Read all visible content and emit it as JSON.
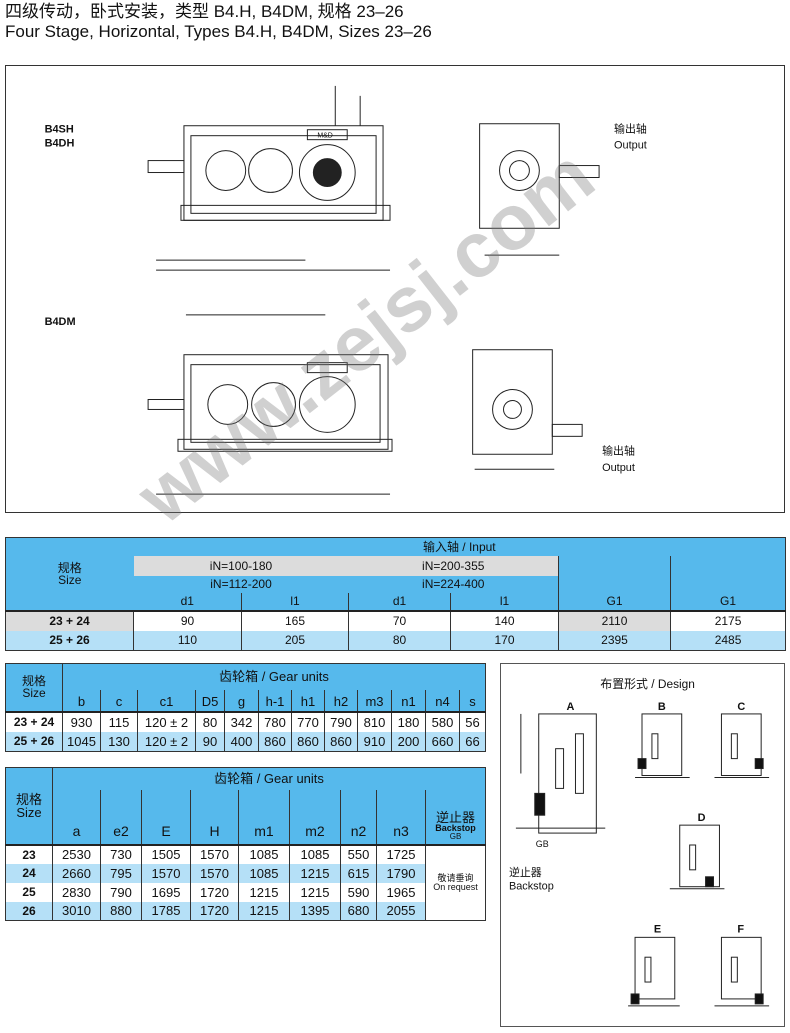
{
  "title": {
    "cn": "四级传动，卧式安装，类型 B4.H, B4DM, 规格 23–26",
    "en": "Four Stage, Horizontal, Types B4.H, B4DM, Sizes 23–26"
  },
  "drawing": {
    "type1a": "B4SH",
    "type1b": "B4DH",
    "type2": "B4DM",
    "output_cn": "输出轴",
    "output_en": "Output",
    "brand": "M&D"
  },
  "watermark": "www.zejsj.com",
  "colors": {
    "header": "#56b9ec",
    "row_light": "#b5e0f7",
    "gray": "#dcdcdc"
  },
  "table1": {
    "size_cn": "规格",
    "size_en": "Size",
    "group": "输入轴 / Input",
    "ratio1a": "iN=100-180",
    "ratio1b": "iN=112-200",
    "ratio2a": "iN=200-355",
    "ratio2b": "iN=224-400",
    "cols": [
      "d1",
      "l1",
      "d1",
      "l1",
      "G1",
      "G1"
    ],
    "rows": [
      {
        "size": "23 + 24",
        "v": [
          "90",
          "165",
          "70",
          "140",
          "2110",
          "2175"
        ]
      },
      {
        "size": "25 + 26",
        "v": [
          "110",
          "205",
          "80",
          "170",
          "2395",
          "2485"
        ]
      }
    ]
  },
  "table2": {
    "size_cn": "规格",
    "size_en": "Size",
    "group": "齿轮箱 / Gear units",
    "cols": [
      "b",
      "c",
      "c1",
      "D5",
      "g",
      "h-1",
      "h1",
      "h2",
      "m3",
      "n1",
      "n4",
      "s"
    ],
    "rows": [
      {
        "size": "23 + 24",
        "v": [
          "930",
          "115",
          "120 ± 2",
          "80",
          "342",
          "780",
          "770",
          "790",
          "810",
          "180",
          "580",
          "56"
        ]
      },
      {
        "size": "25 + 26",
        "v": [
          "1045",
          "130",
          "120 ± 2",
          "90",
          "400",
          "860",
          "860",
          "860",
          "910",
          "200",
          "660",
          "66"
        ]
      }
    ]
  },
  "table3": {
    "size_cn": "规格",
    "size_en": "Size",
    "group": "齿轮箱 / Gear units",
    "cols": [
      "a",
      "e2",
      "E",
      "H",
      "m1",
      "m2",
      "n2",
      "n3"
    ],
    "backstop_cn": "逆止器",
    "backstop_en": "Backstop",
    "backstop_sym": "GB",
    "on_request_cn": "敬请垂询",
    "on_request_en": "On request",
    "rows": [
      {
        "size": "23",
        "v": [
          "2530",
          "730",
          "1505",
          "1570",
          "1085",
          "1085",
          "550",
          "1725"
        ]
      },
      {
        "size": "24",
        "v": [
          "2660",
          "795",
          "1570",
          "1570",
          "1085",
          "1215",
          "615",
          "1790"
        ]
      },
      {
        "size": "25",
        "v": [
          "2830",
          "790",
          "1695",
          "1720",
          "1215",
          "1215",
          "590",
          "1965"
        ]
      },
      {
        "size": "26",
        "v": [
          "3010",
          "880",
          "1785",
          "1720",
          "1215",
          "1395",
          "680",
          "2055"
        ]
      }
    ]
  },
  "design": {
    "title": "布置形式 / Design",
    "labels": [
      "A",
      "B",
      "C",
      "D",
      "E",
      "F"
    ],
    "backstop_cn": "逆止器",
    "backstop_en": "Backstop",
    "gb": "GB"
  }
}
